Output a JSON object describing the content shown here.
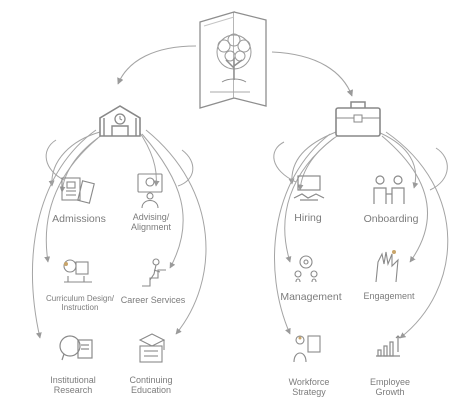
{
  "diagram": {
    "colors": {
      "stroke": "#9a9a9a",
      "text": "#7c7c7c",
      "accent": "#c8c8c8"
    },
    "root_icon": "book-tree-icon",
    "branches": [
      {
        "hub_icon": "school-building-icon",
        "nodes": [
          {
            "label": "Admissions",
            "icon": "documents-icon"
          },
          {
            "label": "Advising/\nAlignment",
            "icon": "advisor-icon"
          },
          {
            "label": "Curriculum Design/\nInstruction",
            "icon": "curriculum-icon"
          },
          {
            "label": "Career Services",
            "icon": "career-ladder-icon"
          },
          {
            "label": "Institutional\nResearch",
            "icon": "research-magnifier-icon"
          },
          {
            "label": "Continuing\nEducation",
            "icon": "continuing-education-icon"
          }
        ]
      },
      {
        "hub_icon": "briefcase-icon",
        "nodes": [
          {
            "label": "Hiring",
            "icon": "handshake-icon"
          },
          {
            "label": "Onboarding",
            "icon": "onboarding-icon"
          },
          {
            "label": "Management",
            "icon": "management-gears-icon"
          },
          {
            "label": "Engagement",
            "icon": "engagement-hands-icon"
          },
          {
            "label": "Workforce\nStrategy",
            "icon": "workforce-strategy-icon"
          },
          {
            "label": "Employee\nGrowth",
            "icon": "growth-chart-icon"
          }
        ]
      }
    ]
  }
}
